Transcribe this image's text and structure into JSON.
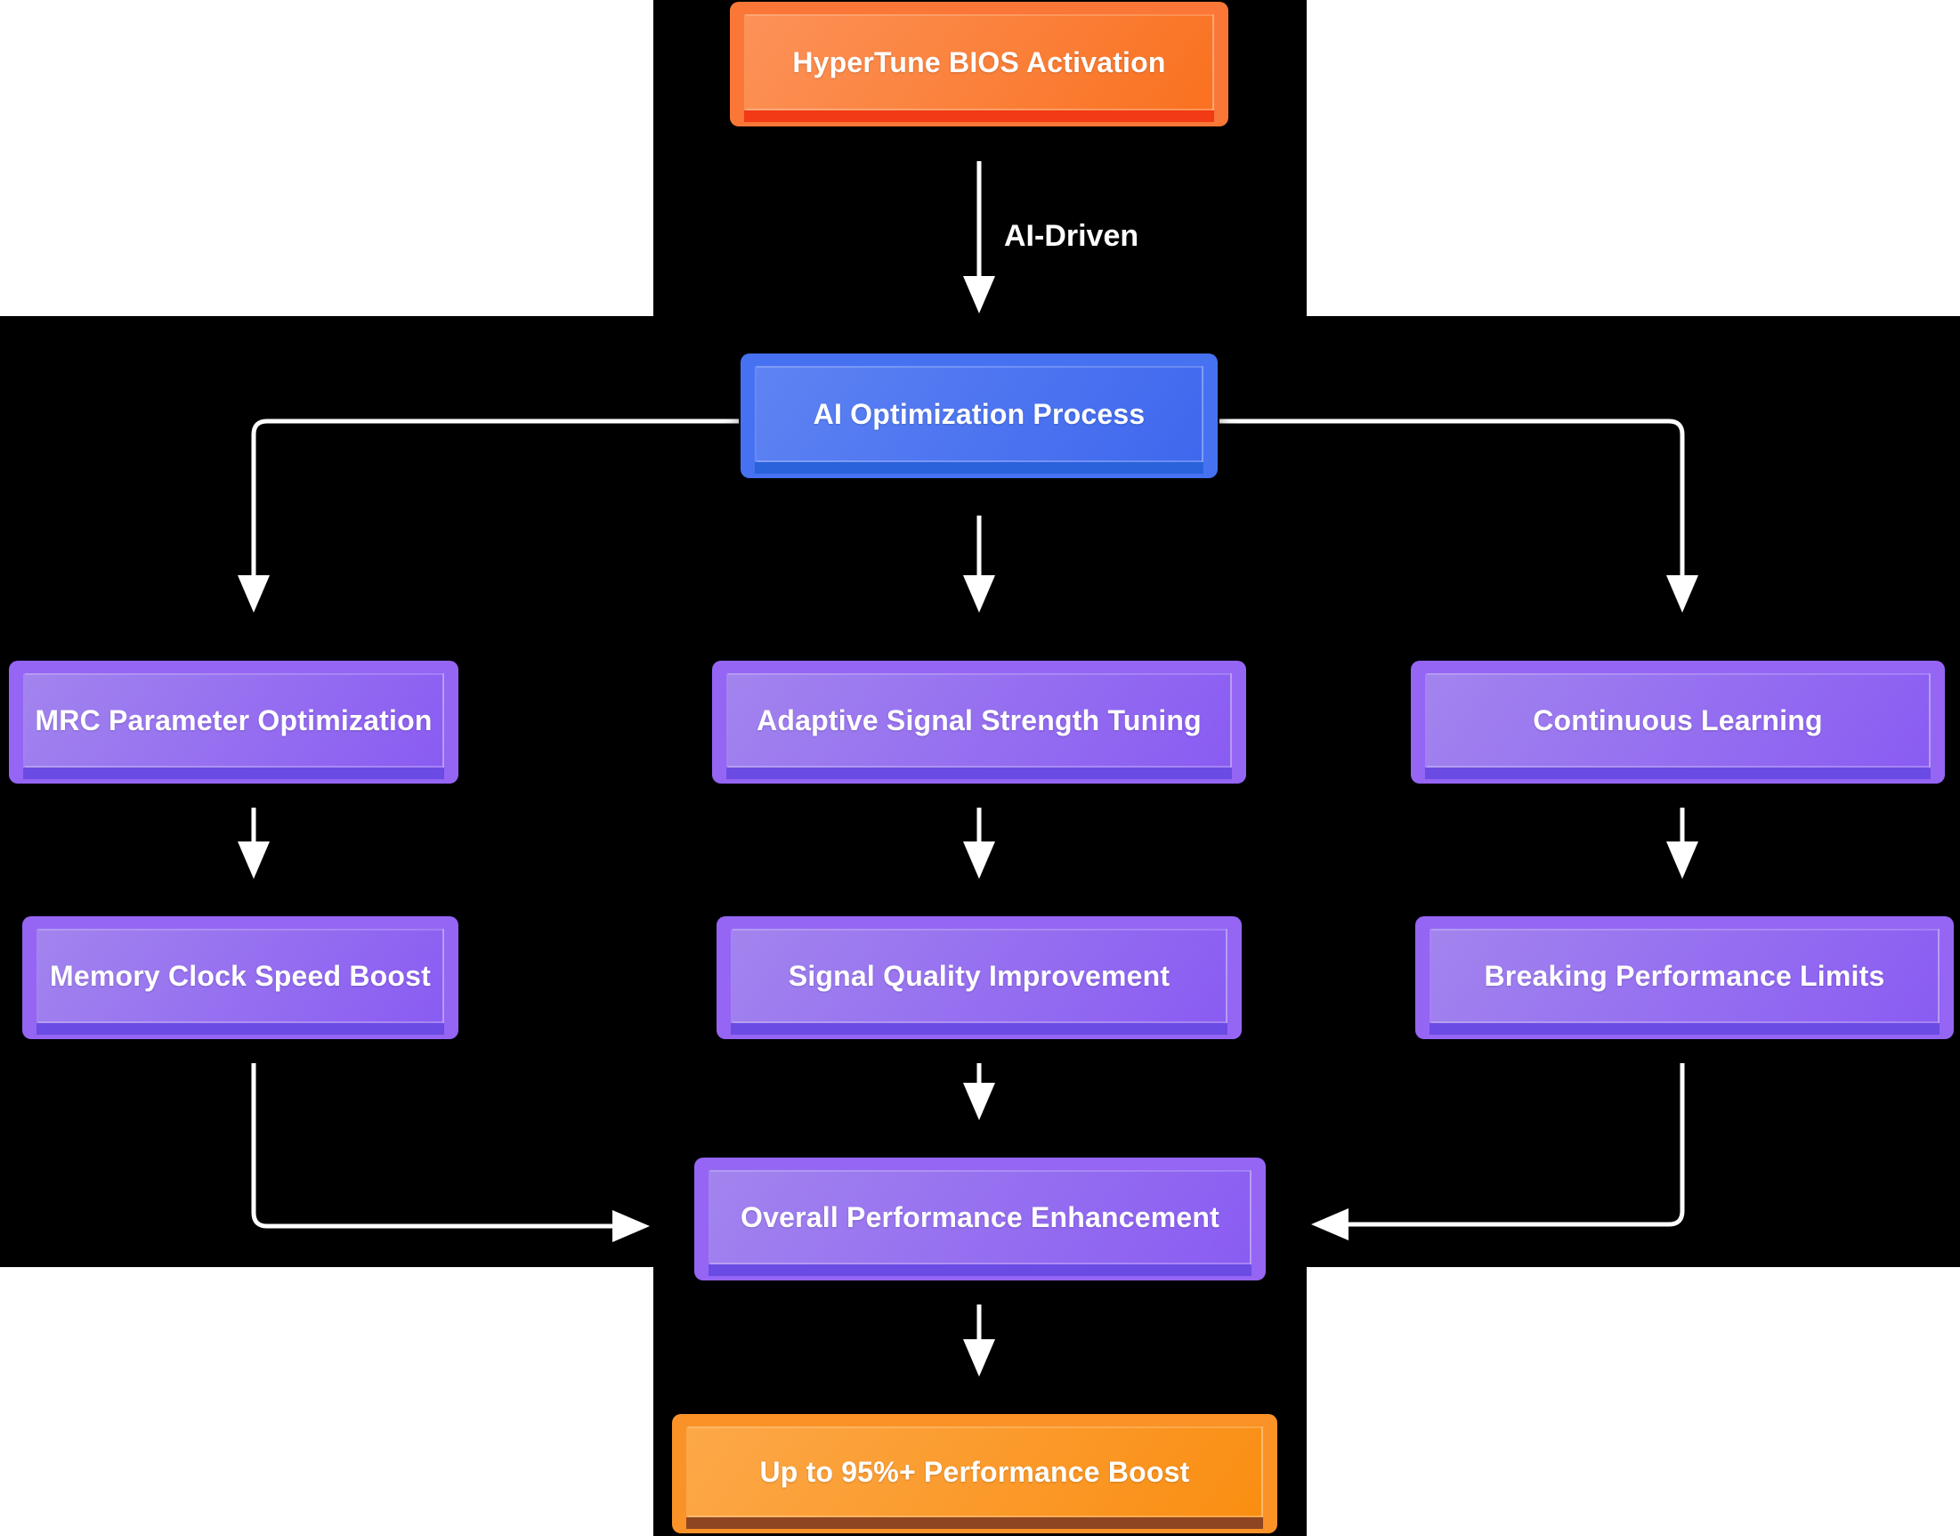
{
  "diagram": {
    "title": "HyperTune AI optimization flowchart",
    "edge_label": "AI-Driven",
    "nodes": {
      "hypertune": {
        "label": "HyperTune BIOS Activation",
        "color": "#FB7737",
        "underline": "#F23A14"
      },
      "ai_process": {
        "label": "AI Optimization Process",
        "color": "#4672F2",
        "underline": "#2A62DB"
      },
      "mrc": {
        "label": "MRC Parameter Optimization",
        "color": "#9565F4",
        "underline": "#6A4BE4"
      },
      "adaptive": {
        "label": "Adaptive Signal Strength Tuning",
        "color": "#9565F4",
        "underline": "#6A4BE4"
      },
      "continuous": {
        "label": "Continuous Learning",
        "color": "#9565F4",
        "underline": "#6A4BE4"
      },
      "memory": {
        "label": "Memory Clock Speed Boost",
        "color": "#9565F4",
        "underline": "#6A4BE4"
      },
      "signal": {
        "label": "Signal Quality Improvement",
        "color": "#9565F4",
        "underline": "#6A4BE4"
      },
      "breaking": {
        "label": "Breaking Performance Limits",
        "color": "#9565F4",
        "underline": "#6A4BE4"
      },
      "overall": {
        "label": "Overall Performance Enhancement",
        "color": "#9565F4",
        "underline": "#6A4BE4"
      },
      "boost": {
        "label": "Up to 95%+ Performance Boost",
        "color": "#FB9227",
        "underline": "#8E4520"
      }
    },
    "edges": [
      {
        "from": "hypertune",
        "to": "ai_process",
        "label": "AI-Driven"
      },
      {
        "from": "ai_process",
        "to": "mrc"
      },
      {
        "from": "ai_process",
        "to": "adaptive"
      },
      {
        "from": "ai_process",
        "to": "continuous"
      },
      {
        "from": "mrc",
        "to": "memory"
      },
      {
        "from": "adaptive",
        "to": "signal"
      },
      {
        "from": "continuous",
        "to": "breaking"
      },
      {
        "from": "memory",
        "to": "overall"
      },
      {
        "from": "signal",
        "to": "overall"
      },
      {
        "from": "breaking",
        "to": "overall"
      },
      {
        "from": "overall",
        "to": "boost"
      }
    ],
    "background": {
      "canvas": "#ffffff",
      "diagram_area": "#000000",
      "arrow_color": "#ffffff"
    }
  }
}
